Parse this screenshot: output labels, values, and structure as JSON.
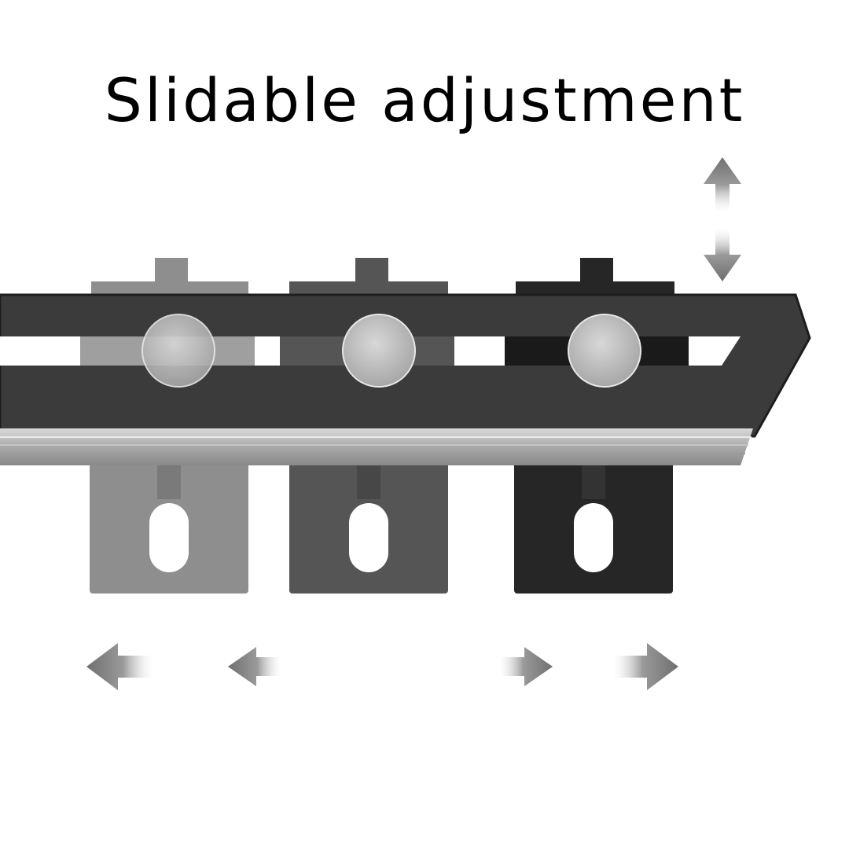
{
  "title": "Slidable adjustment",
  "colors": {
    "background": "#ffffff",
    "rail": "#3b3b3b",
    "rail_edge": "#1e1e1e",
    "rail_bottom": "#b5b5b5",
    "bracket_light": "#8e8e8e",
    "bracket_mid": "#555555",
    "bracket_dark": "#262626",
    "knob": "#c7c7c7",
    "arrow": "#777777"
  },
  "icons": {
    "vertical_adjust": "up-down-arrow-icon",
    "slide_left": "left-arrow-icon",
    "slide_right": "right-arrow-icon"
  },
  "brackets": [
    {
      "shade": "light"
    },
    {
      "shade": "mid"
    },
    {
      "shade": "dark"
    }
  ]
}
